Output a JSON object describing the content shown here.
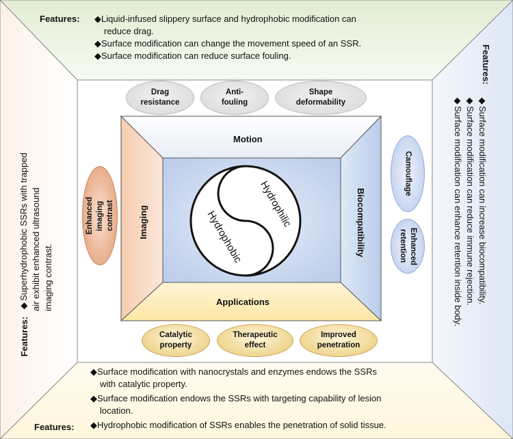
{
  "top_panel": {
    "title": "Features:",
    "items": [
      "◆Liquid-infused slippery surface and hydrophobic modification can",
      "reduce drag.",
      "◆Surface modification can change the movement speed of an SSR.",
      "◆Surface modification can reduce surface fouling."
    ]
  },
  "right_panel": {
    "title": "Features:",
    "items": [
      "◆Surface modification can increase biocompatibility.",
      "◆Surface modification can reduce immune rejection.",
      "◆Surface modification can enhance retention inside body."
    ]
  },
  "left_panel": {
    "title": "Features:",
    "items": [
      "◆Superhydrophobic SSRs with trapped",
      "air exhibit enhanced ultrasound",
      "imaging contrast."
    ]
  },
  "bottom_panel": {
    "title": "Features:",
    "items": [
      "◆Surface modification with nanocrystals and enzymes endows the SSRs",
      "with catalytic property.",
      "◆Surface modification endows the SSRs with targeting capability of lesion",
      "location.",
      "◆Hydrophobic modification of SSRs enables the penetration of solid tissue."
    ]
  },
  "top_ellipses": [
    {
      "line1": "Drag",
      "line2": "resistance"
    },
    {
      "line1": "Anti-",
      "line2": "fouling"
    },
    {
      "line1": "Shape",
      "line2": "deformability"
    }
  ],
  "bottom_ellipses": [
    {
      "line1": "Catalytic",
      "line2": "property"
    },
    {
      "line1": "Therapeutic",
      "line2": "effect"
    },
    {
      "line1": "Improved",
      "line2": "penetration"
    }
  ],
  "right_ellipses": [
    {
      "line1": "Camouflage",
      "line2": ""
    },
    {
      "line1": "Enhanced",
      "line2": "retention"
    }
  ],
  "left_ellipse": {
    "line1": "Enhanced",
    "line2": "imaging",
    "line3": "contrast"
  },
  "sections": {
    "motion": "Motion",
    "applications": "Applications",
    "imaging": "Imaging",
    "biocompatibility": "Biocompatibility"
  },
  "yin_yang": {
    "hydrophilic": "Hydrophilic",
    "hydrophobic": "Hydrophobic"
  },
  "colors": {
    "top_band": "#e6efd9",
    "left_band": "#fbe5d6",
    "right_band": "#dae3f3",
    "bottom_band": "#fff2cc",
    "center": "#dae3f3"
  }
}
